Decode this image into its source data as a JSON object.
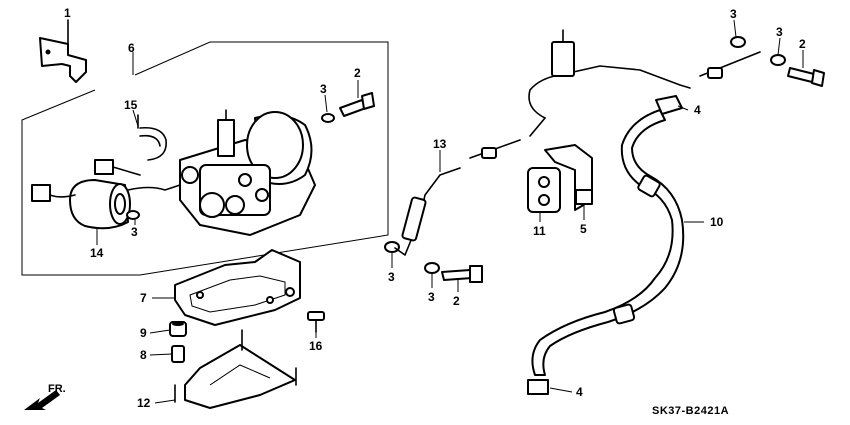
{
  "callouts": [
    {
      "id": "c1",
      "label": "1"
    },
    {
      "id": "c6",
      "label": "6"
    },
    {
      "id": "c15",
      "label": "15"
    },
    {
      "id": "c3a",
      "label": "3"
    },
    {
      "id": "c2a",
      "label": "2"
    },
    {
      "id": "c14",
      "label": "14"
    },
    {
      "id": "c3b",
      "label": "3"
    },
    {
      "id": "c7",
      "label": "7"
    },
    {
      "id": "c9",
      "label": "9"
    },
    {
      "id": "c8",
      "label": "8"
    },
    {
      "id": "c12",
      "label": "12"
    },
    {
      "id": "c16",
      "label": "16"
    },
    {
      "id": "c13",
      "label": "13"
    },
    {
      "id": "c3c",
      "label": "3"
    },
    {
      "id": "c3d",
      "label": "3"
    },
    {
      "id": "c2b",
      "label": "2"
    },
    {
      "id": "c11",
      "label": "11"
    },
    {
      "id": "c5",
      "label": "5"
    },
    {
      "id": "c3e",
      "label": "3"
    },
    {
      "id": "c3f",
      "label": "3"
    },
    {
      "id": "c2c",
      "label": "2"
    },
    {
      "id": "c4a",
      "label": "4"
    },
    {
      "id": "c10",
      "label": "10"
    },
    {
      "id": "c4b",
      "label": "4"
    }
  ],
  "direction_label": "FR.",
  "diagram_code": "SK37-B2421A"
}
